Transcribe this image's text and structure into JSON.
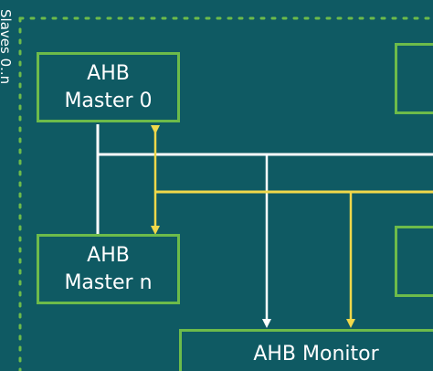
{
  "diagram": {
    "side_label": "Slaves 0..n",
    "master0": {
      "line1": "AHB",
      "line2": "Master 0"
    },
    "mastern": {
      "line1": "AHB",
      "line2": "Master n"
    },
    "monitor": {
      "label": "AHB Monitor"
    }
  },
  "colors": {
    "background": "#0f5a63",
    "box_border": "#6dbb4a",
    "dotted_border": "#6dbb4a",
    "white_bus": "#ffffff",
    "yellow_bus": "#f0d84a"
  }
}
